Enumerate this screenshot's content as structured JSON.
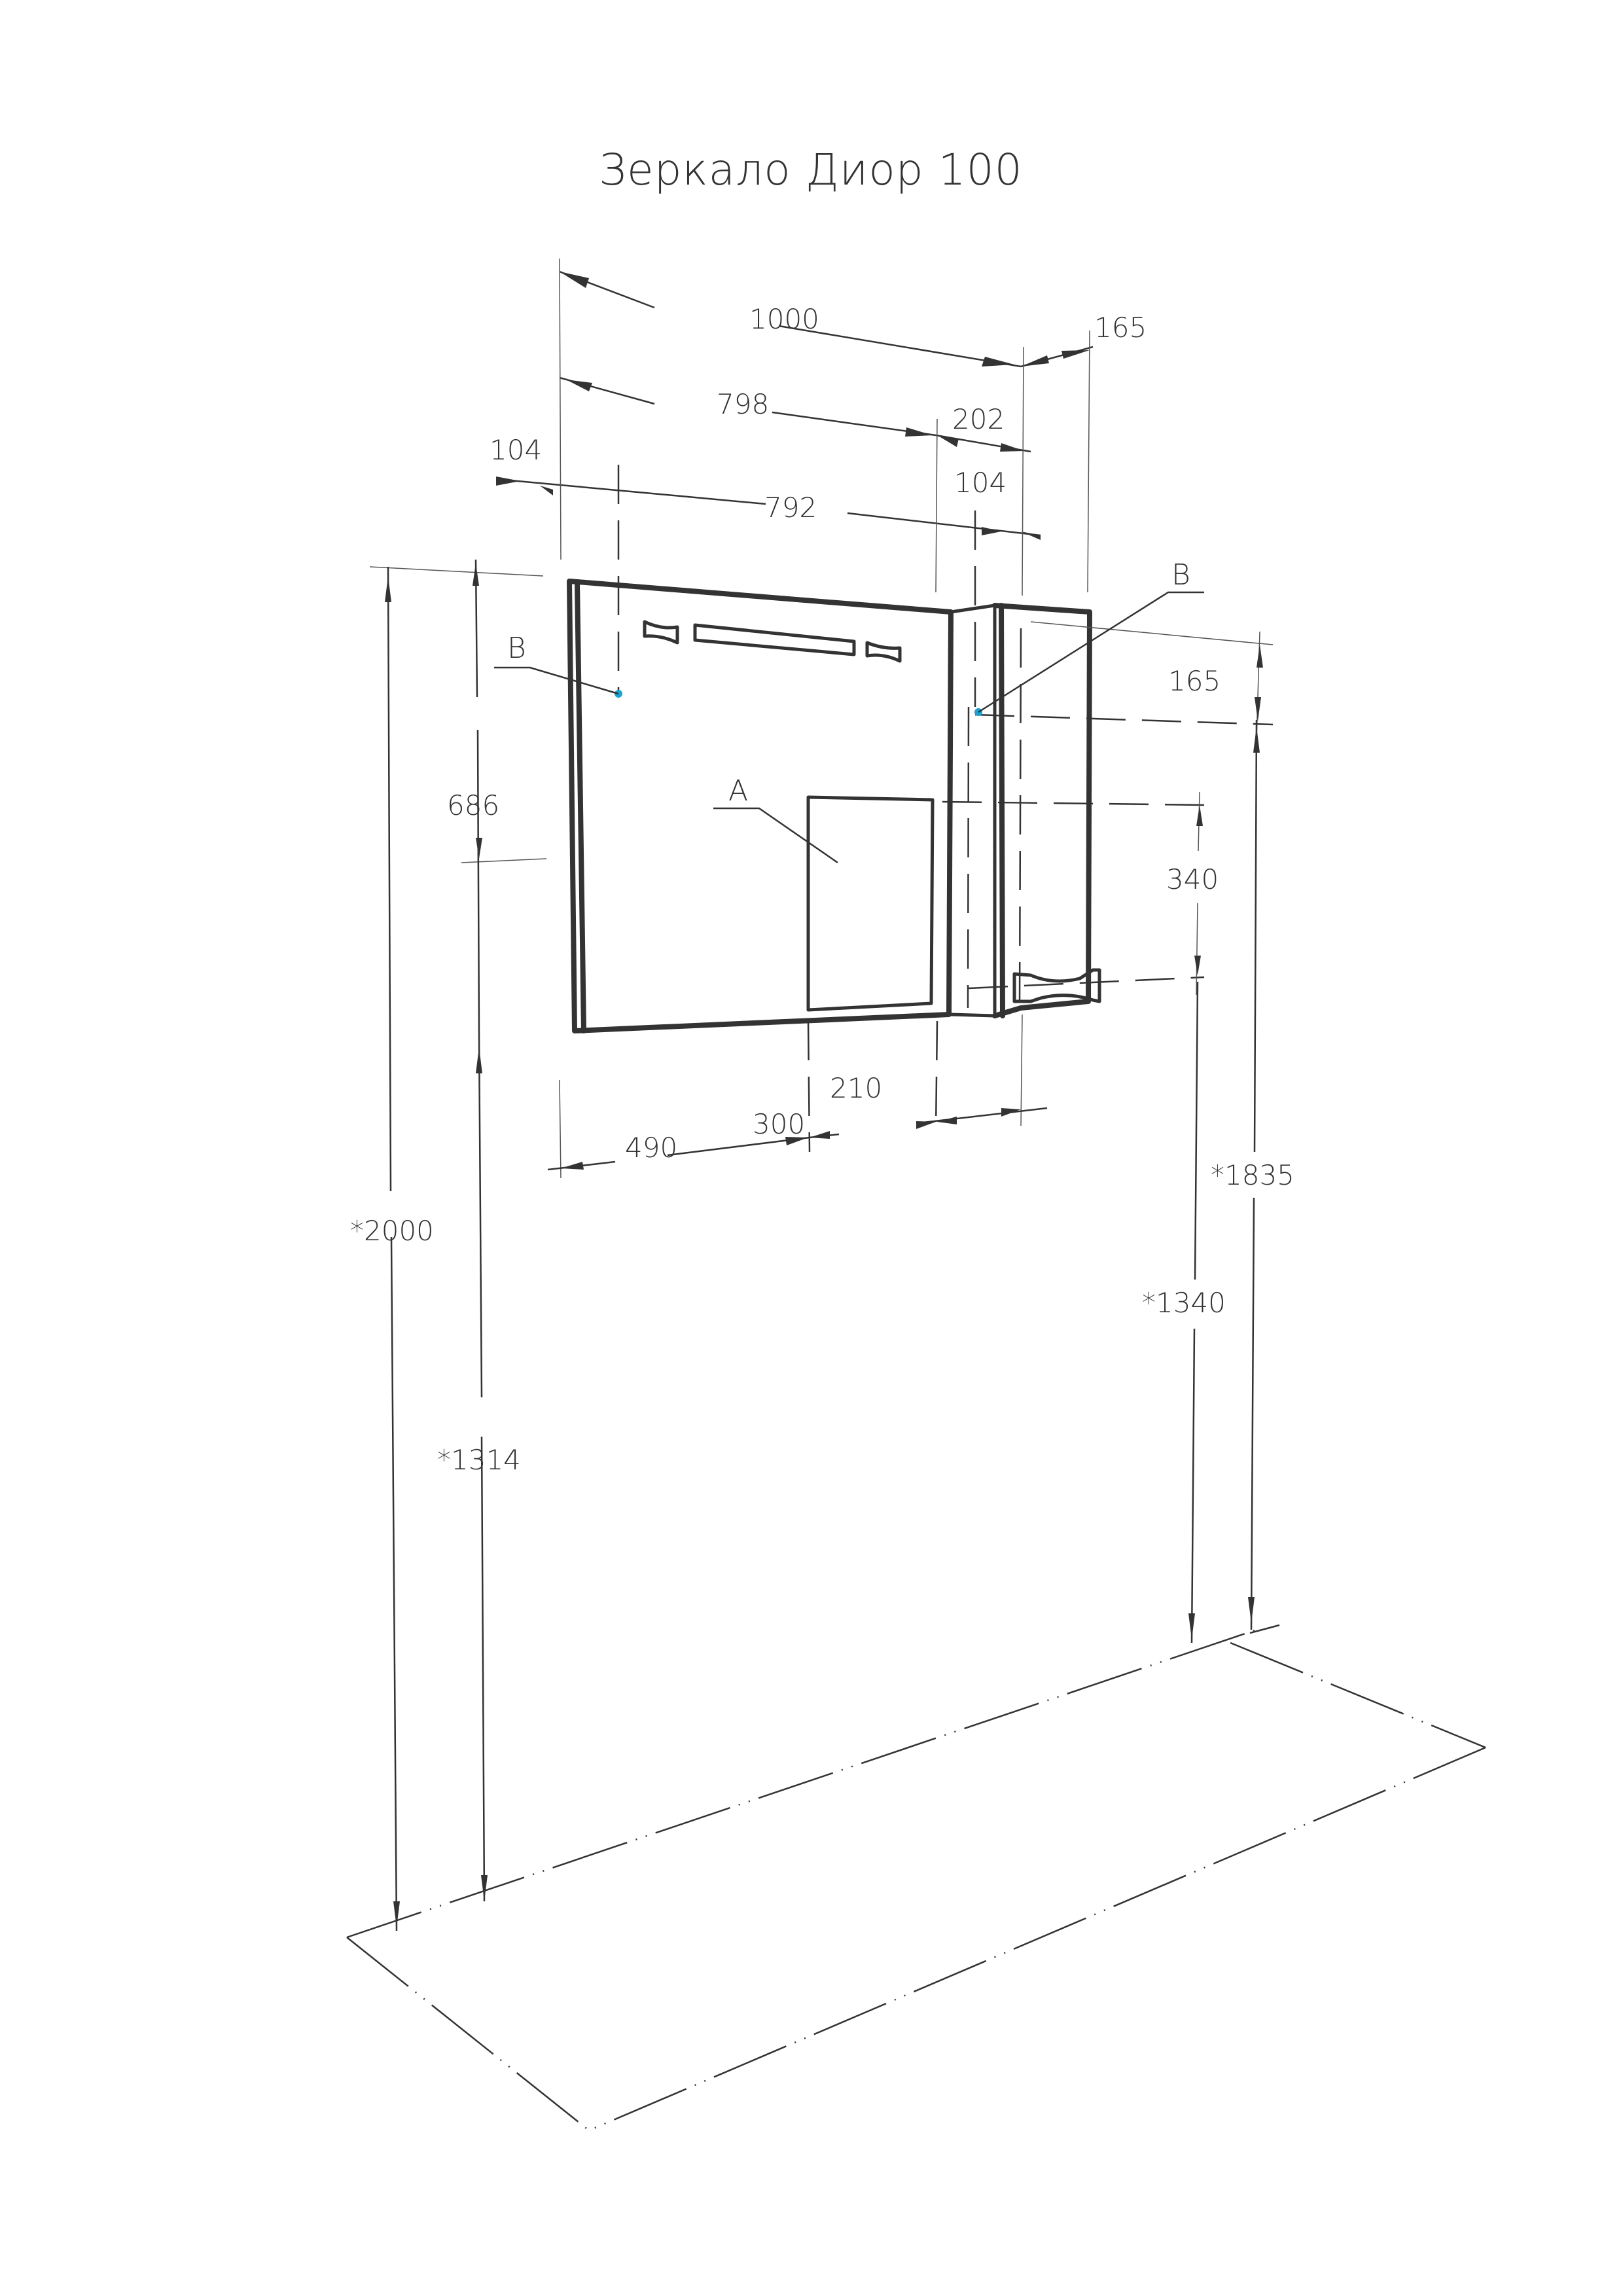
{
  "title": "Зеркало Диор 100",
  "colors": {
    "line": "#333333",
    "mount_point": "#1aa3d1",
    "background": "#ffffff"
  },
  "callouts": {
    "A": "A",
    "B_left": "B",
    "B_right": "B"
  },
  "dimensions": {
    "overall_width": "1000",
    "cabinet_depth_top": "165",
    "mirror_width": "798",
    "cabinet_width": "202",
    "offset_left": "104",
    "mount_spacing": "792",
    "offset_right": "104",
    "mirror_height": "686",
    "mount_drop": "165",
    "handle_height": "340",
    "bottom_left": "490",
    "bottom_mid": "300",
    "bottom_right": "210",
    "floor_to_top": "*2000",
    "floor_to_bottom": "*1314",
    "floor_to_handle": "*1340",
    "floor_to_mount": "*1835"
  }
}
